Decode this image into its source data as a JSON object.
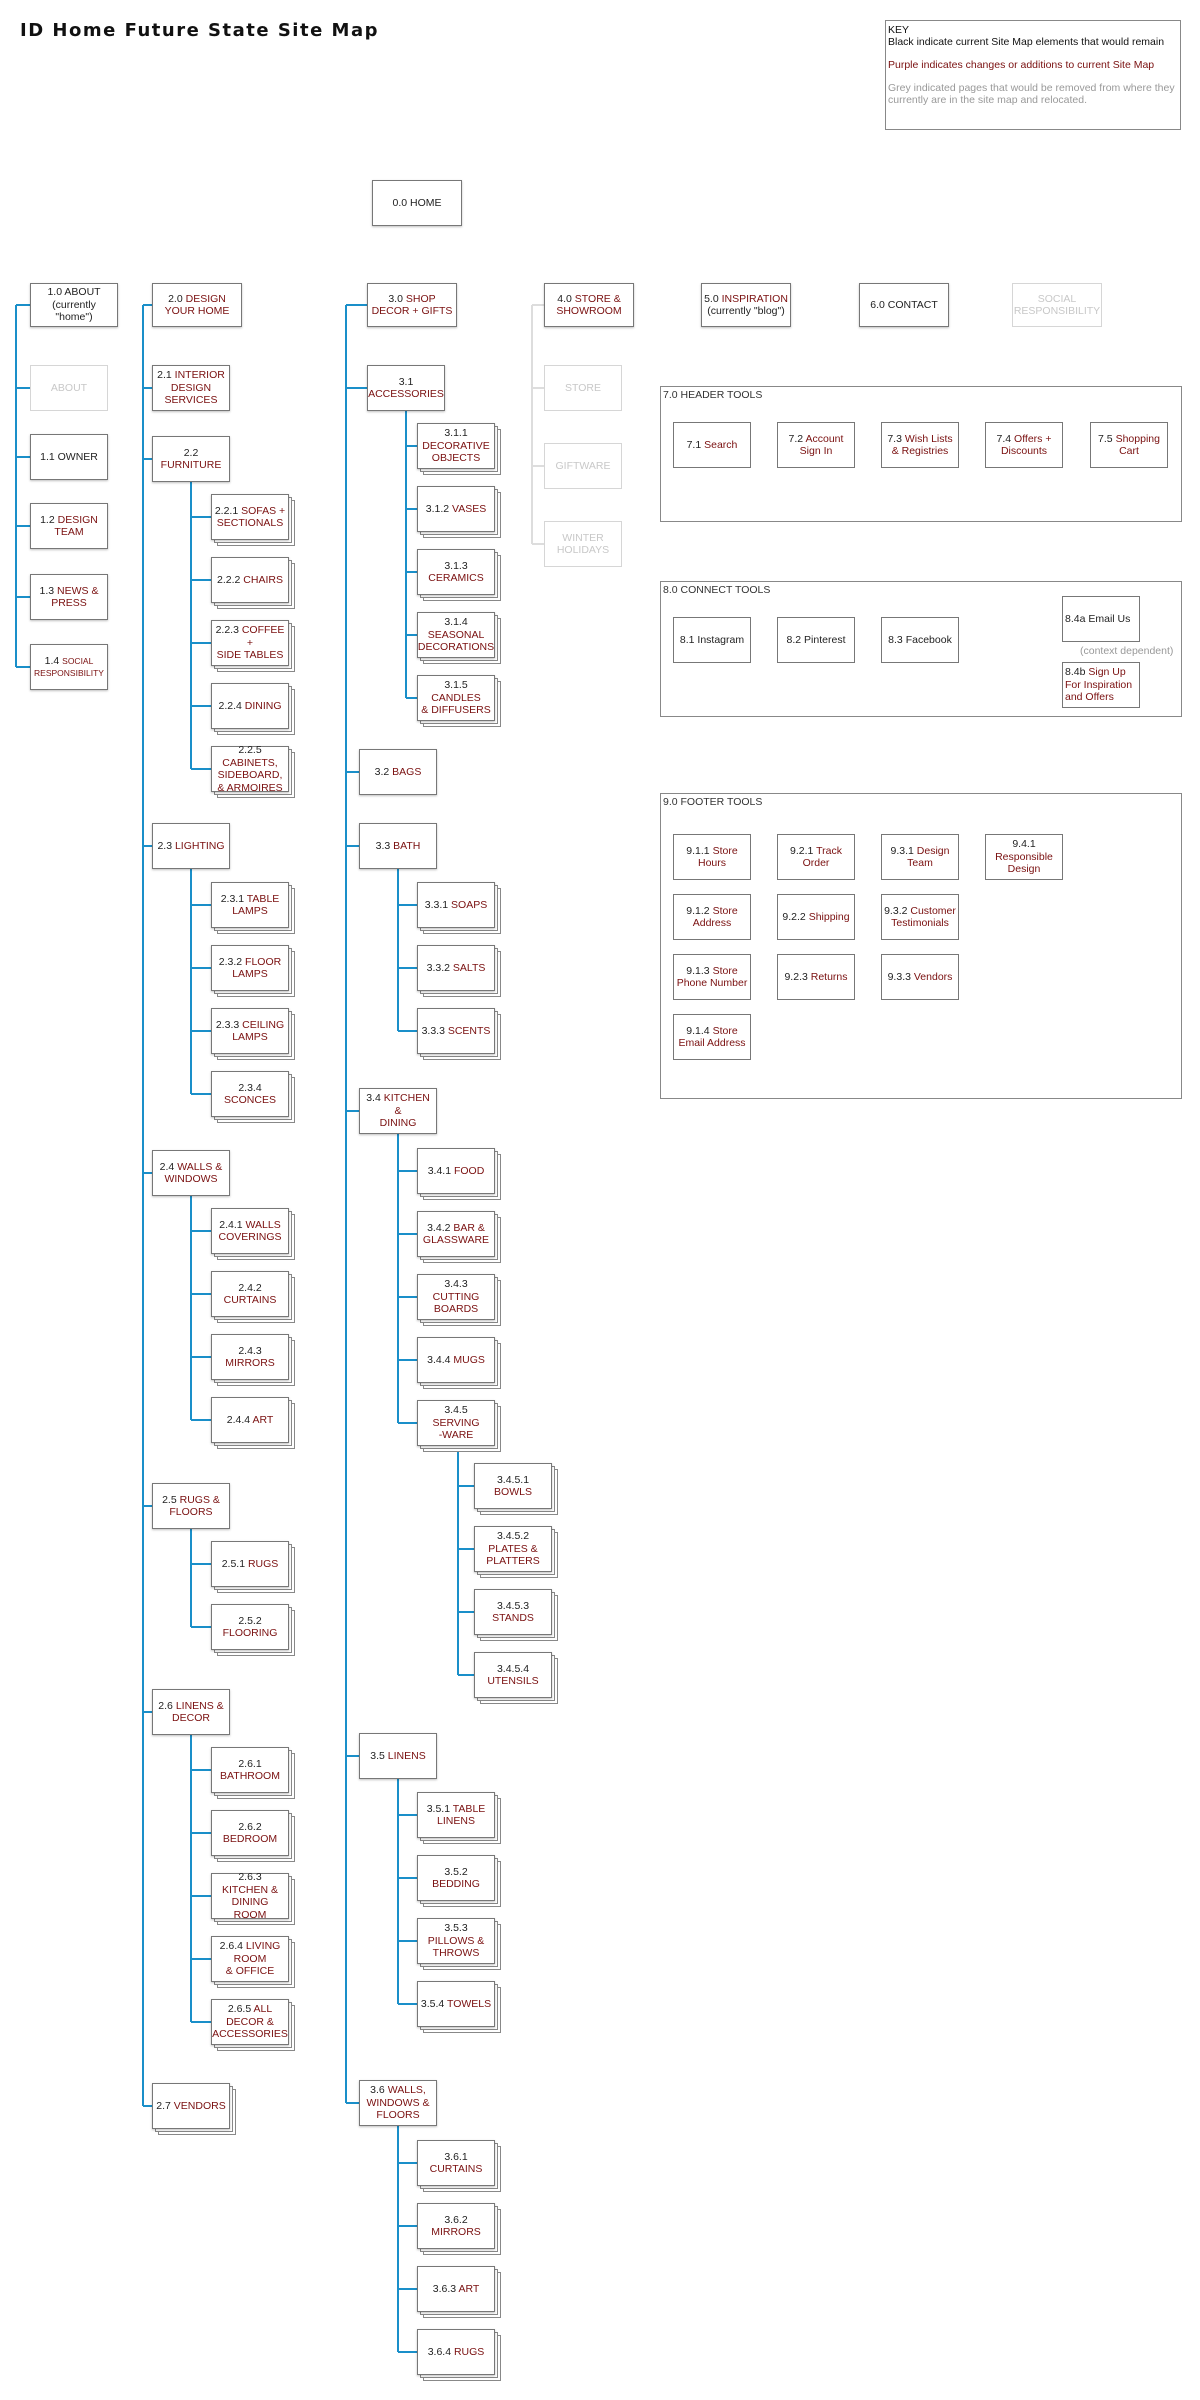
{
  "title": "ID Home Future State Site Map",
  "key": {
    "title": "KEY",
    "black": "Black indicate current Site Map elements that would remain",
    "purple": "Purple indicates changes or additions to current Site Map",
    "grey": "Grey indicated pages that would be removed from where they currently are in the site map and relocated."
  },
  "colors": {
    "connector": "#1a8fc9",
    "changed": "#7a1010",
    "removed": "#c8c8c8"
  },
  "home": {
    "num": "0.0",
    "text": "HOME"
  },
  "top": [
    {
      "num": "1.0",
      "text": "ABOUT",
      "sub": "(currently \"home\")"
    },
    {
      "num": "2.0",
      "text": "DESIGN\nYOUR HOME"
    },
    {
      "num": "3.0",
      "text": "SHOP\nDECOR + GIFTS"
    },
    {
      "num": "4.0",
      "text": "STORE &\nSHOWROOM"
    },
    {
      "num": "5.0",
      "text": "INSPIRATION",
      "sub": "(currently \"blog\")"
    },
    {
      "num": "6.0",
      "text": "CONTACT"
    },
    {
      "num": "",
      "text": "SOCIAL\nRESPONSIBILITY"
    }
  ],
  "about": [
    {
      "num": "",
      "text": "ABOUT"
    },
    {
      "num": "1.1",
      "text": "OWNER"
    },
    {
      "num": "1.2",
      "text": "DESIGN\nTEAM"
    },
    {
      "num": "1.3",
      "text": "NEWS &\nPRESS"
    },
    {
      "num": "1.4",
      "text": "SOCIAL\nRESPONSIBILITY"
    }
  ],
  "design": [
    {
      "num": "2.1",
      "text": "INTERIOR\nDESIGN",
      "text2": "SERVICES"
    },
    {
      "num": "2.2",
      "text": "FURNITURE"
    },
    {
      "num": "2.2.1",
      "text": "SOFAS +\nSECTIONALS"
    },
    {
      "num": "2.2.2",
      "text": "CHAIRS"
    },
    {
      "num": "2.2.3",
      "text": "COFFEE +\nSIDE TABLES"
    },
    {
      "num": "2.2.4",
      "text": "DINING"
    },
    {
      "num": "2.2.5",
      "text": "CABINETS,\nSIDEBOARD,\n& ARMOIRES"
    },
    {
      "num": "2.3",
      "text": "LIGHTING"
    },
    {
      "num": "2.3.1",
      "text": "TABLE\nLAMPS"
    },
    {
      "num": "2.3.2",
      "text": "FLOOR\nLAMPS"
    },
    {
      "num": "2.3.3",
      "text": "CEILING\nLAMPS"
    },
    {
      "num": "2.3.4",
      "text": "SCONCES"
    },
    {
      "num": "2.4",
      "text": "WALLS &\nWINDOWS"
    },
    {
      "num": "2.4.1",
      "text": "WALLS\nCOVERINGS"
    },
    {
      "num": "2.4.2",
      "text": "CURTAINS"
    },
    {
      "num": "2.4.3",
      "text": "MIRRORS"
    },
    {
      "num": "2.4.4",
      "text": "ART"
    },
    {
      "num": "2.5",
      "text": "RUGS &\nFLOORS"
    },
    {
      "num": "2.5.1",
      "text": "RUGS"
    },
    {
      "num": "2.5.2",
      "text": "FLOORING"
    },
    {
      "num": "2.6",
      "text": "LINENS &\nDECOR"
    },
    {
      "num": "2.6.1",
      "text": "BATHROOM"
    },
    {
      "num": "2.6.2",
      "text": "BEDROOM"
    },
    {
      "num": "2.6.3",
      "text": "KITCHEN &\nDINING ROOM"
    },
    {
      "num": "2.6.4",
      "text": "LIVING ROOM\n& OFFICE"
    },
    {
      "num": "2.6.5",
      "text": "ALL DECOR &\nACCESSORIES"
    },
    {
      "num": "2.7",
      "text": "VENDORS"
    }
  ],
  "shop": [
    {
      "num": "3.1",
      "text": "ACCESSORIES"
    },
    {
      "num": "3.1.1",
      "text": "DECORATIVE\nOBJECTS"
    },
    {
      "num": "3.1.2",
      "text": "VASES"
    },
    {
      "num": "3.1.3",
      "text": "CERAMICS"
    },
    {
      "num": "3.1.4",
      "text": "SEASONAL\nDECORATIONS"
    },
    {
      "num": "3.1.5",
      "text": "CANDLES\n& DIFFUSERS"
    },
    {
      "num": "3.2",
      "text": "BAGS"
    },
    {
      "num": "3.3",
      "text": "BATH"
    },
    {
      "num": "3.3.1",
      "text": "SOAPS"
    },
    {
      "num": "3.3.2",
      "text": "SALTS"
    },
    {
      "num": "3.3.3",
      "text": "SCENTS"
    },
    {
      "num": "3.4",
      "text": "KITCHEN &\nDINING"
    },
    {
      "num": "3.4.1",
      "text": "FOOD"
    },
    {
      "num": "3.4.2",
      "text": "BAR &\nGLASSWARE"
    },
    {
      "num": "3.4.3",
      "text": "CUTTING\nBOARDS"
    },
    {
      "num": "3.4.4",
      "text": "MUGS"
    },
    {
      "num": "3.4.5",
      "text": "SERVING\n-WARE"
    },
    {
      "num": "3.4.5.1",
      "text": "BOWLS"
    },
    {
      "num": "3.4.5.2",
      "text": "PLATES &\nPLATTERS"
    },
    {
      "num": "3.4.5.3",
      "text": "STANDS"
    },
    {
      "num": "3.4.5.4",
      "text": "UTENSILS"
    },
    {
      "num": "3.5",
      "text": "LINENS"
    },
    {
      "num": "3.5.1",
      "text": "TABLE\nLINENS"
    },
    {
      "num": "3.5.2",
      "text": "BEDDING"
    },
    {
      "num": "3.5.3",
      "text": "PILLOWS &\nTHROWS"
    },
    {
      "num": "3.5.4",
      "text": "TOWELS"
    },
    {
      "num": "3.6",
      "text": "WALLS,\nWINDOWS &\nFLOORS"
    },
    {
      "num": "3.6.1",
      "text": "CURTAINS"
    },
    {
      "num": "3.6.2",
      "text": "MIRRORS"
    },
    {
      "num": "3.6.3",
      "text": "ART"
    },
    {
      "num": "3.6.4",
      "text": "RUGS"
    }
  ],
  "store": [
    {
      "num": "",
      "text": "STORE"
    },
    {
      "num": "",
      "text": "GIFTWARE"
    },
    {
      "num": "",
      "text": "WINTER\nHOLIDAYS"
    }
  ],
  "header_tools": {
    "title": "7.0 HEADER TOOLS",
    "items": [
      {
        "num": "7.1",
        "text": "Search"
      },
      {
        "num": "7.2",
        "text": "Account\nSign In"
      },
      {
        "num": "7.3",
        "text": "Wish Lists &\nRegistries"
      },
      {
        "num": "7.4",
        "text": "Offers +\nDiscounts"
      },
      {
        "num": "7.5",
        "text": "Shopping\nCart"
      }
    ]
  },
  "connect_tools": {
    "title": "8.0 CONNECT TOOLS",
    "items": [
      {
        "num": "8.1",
        "text": "Instagram"
      },
      {
        "num": "8.2",
        "text": "Pinterest"
      },
      {
        "num": "8.3",
        "text": "Facebook"
      },
      {
        "num": "8.4a",
        "text": "Email Us"
      },
      {
        "num": "8.4b",
        "text": "Sign Up\nFor Inspiration\nand Offers"
      }
    ],
    "note": "(context dependent)"
  },
  "footer_tools": {
    "title": "9.0 FOOTER TOOLS",
    "items": [
      {
        "num": "9.1.1",
        "text": "Store Hours"
      },
      {
        "num": "9.2.1",
        "text": "Track Order"
      },
      {
        "num": "9.3.1",
        "text": "Design Team"
      },
      {
        "num": "9.4.1",
        "text": "Responsible\nDesign"
      },
      {
        "num": "9.1.2",
        "text": "Store Address"
      },
      {
        "num": "9.2.2",
        "text": "Shipping"
      },
      {
        "num": "9.3.2",
        "text": "Customer\nTestimonials"
      },
      {
        "num": "9.1.3",
        "text": "Store Phone\nNumber"
      },
      {
        "num": "9.2.3",
        "text": "Returns"
      },
      {
        "num": "9.3.3",
        "text": "Vendors"
      },
      {
        "num": "9.1.4",
        "text": "Store Email\nAddress"
      }
    ]
  }
}
